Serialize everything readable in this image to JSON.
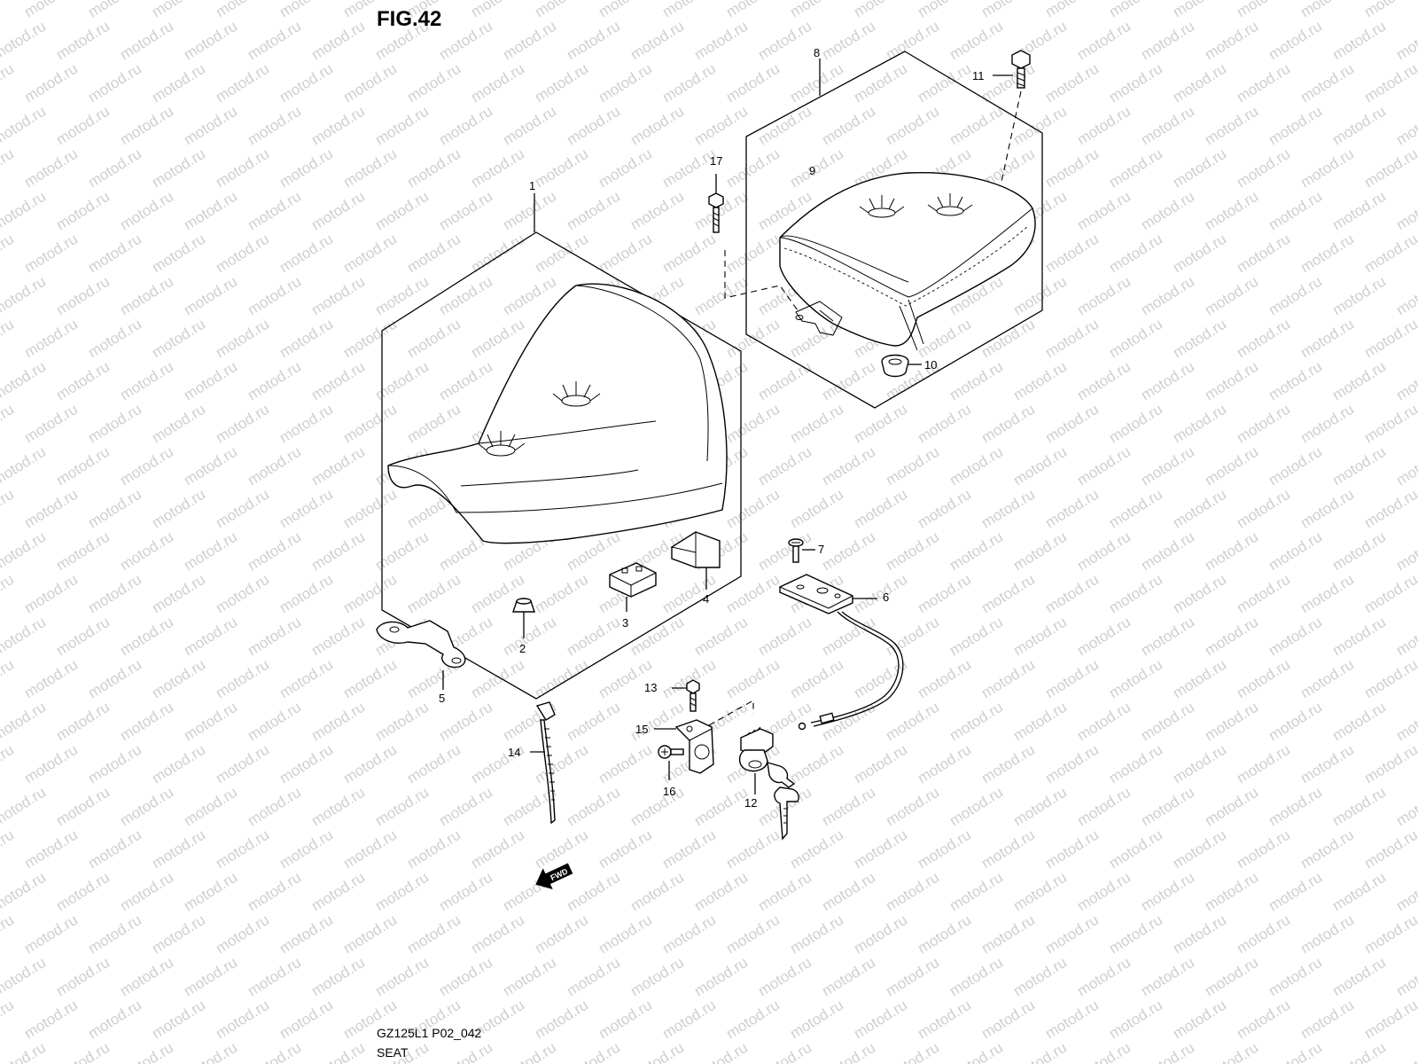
{
  "figure": {
    "title": "FIG.42",
    "code": "GZ125L1 P02_042",
    "name": "SEAT"
  },
  "watermark": "motod.ru",
  "fwd_label": "FWD",
  "callouts": [
    {
      "id": "1",
      "label": "1"
    },
    {
      "id": "2",
      "label": "2"
    },
    {
      "id": "3",
      "label": "3"
    },
    {
      "id": "4",
      "label": "4"
    },
    {
      "id": "5",
      "label": "5"
    },
    {
      "id": "6",
      "label": "6"
    },
    {
      "id": "7",
      "label": "7"
    },
    {
      "id": "8",
      "label": "8"
    },
    {
      "id": "9",
      "label": "9"
    },
    {
      "id": "10",
      "label": "10"
    },
    {
      "id": "11",
      "label": "11"
    },
    {
      "id": "12",
      "label": "12"
    },
    {
      "id": "13",
      "label": "13"
    },
    {
      "id": "14",
      "label": "14"
    },
    {
      "id": "15",
      "label": "15"
    },
    {
      "id": "16",
      "label": "16"
    },
    {
      "id": "17",
      "label": "17"
    }
  ]
}
